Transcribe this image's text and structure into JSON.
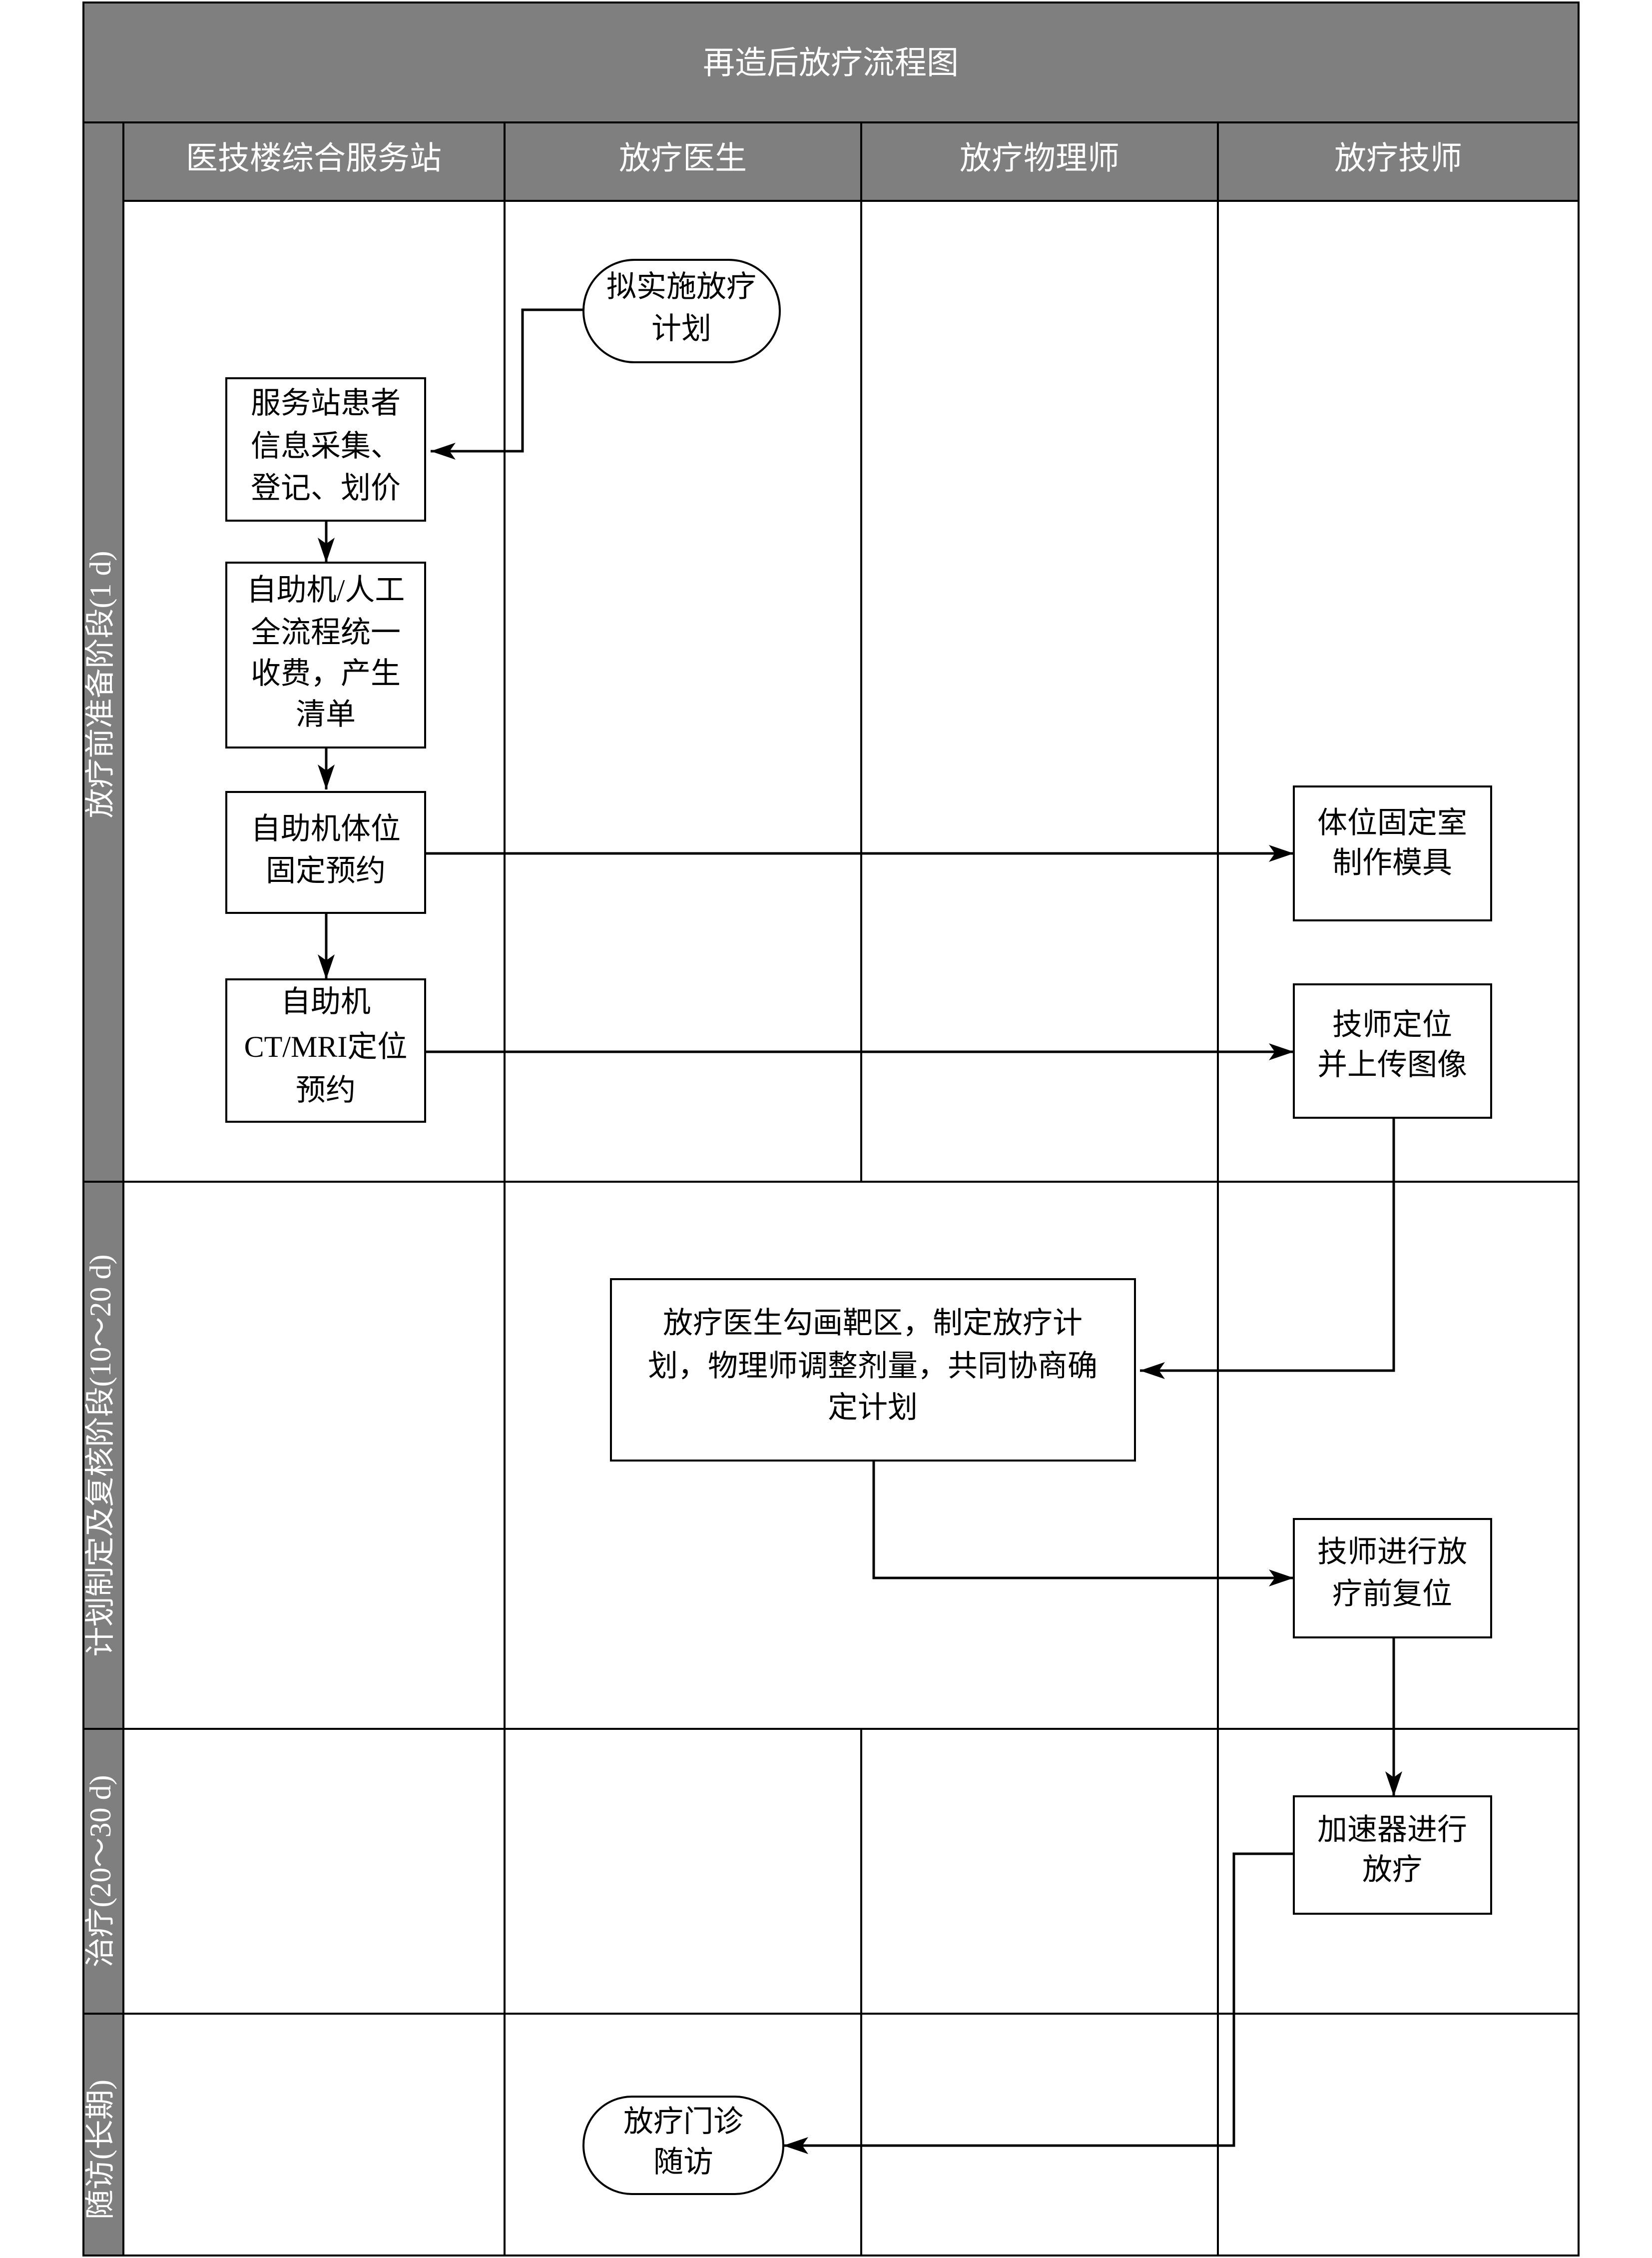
{
  "title": "再造后放疗流程图",
  "lanes": [
    "医技楼综合服务站",
    "放疗医生",
    "放疗物理师",
    "放疗技师"
  ],
  "phases": [
    "放疗前准备阶段(1 d)",
    "计划制定及复核阶段(10～20 d)",
    "治疗(20～30 d)",
    "随访(长期)"
  ],
  "nodes": {
    "plan_start": [
      "拟实施放疗",
      "计划"
    ],
    "register": [
      "服务站患者",
      "信息采集、",
      "登记、划价"
    ],
    "payment": [
      "自助机/人工",
      "全流程统一",
      "收费，产生",
      "清单"
    ],
    "fixation_booking": [
      "自助机体位",
      "固定预约"
    ],
    "ct_booking": [
      "自助机",
      "CT/MRI定位",
      "预约"
    ],
    "mold_making": [
      "体位固定室",
      "制作模具"
    ],
    "positioning": [
      "技师定位",
      "并上传图像"
    ],
    "planning": [
      "放疗医生勾画靶区，制定放疗计",
      "划，物理师调整剂量，共同协商确",
      "定计划"
    ],
    "reposition": [
      "技师进行放",
      "疗前复位"
    ],
    "treatment": [
      "加速器进行",
      "放疗"
    ],
    "followup": [
      "放疗门诊",
      "随访"
    ]
  },
  "colors": {
    "header_fill": "#7f7f7f",
    "header_text": "#ffffff",
    "line": "#000000",
    "box_fill": "#ffffff"
  }
}
